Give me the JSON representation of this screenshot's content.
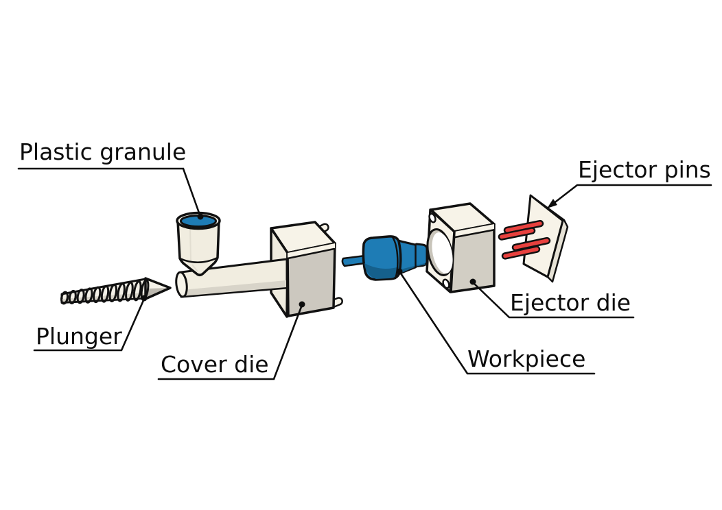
{
  "labels": {
    "plastic_granule": "Plastic granule",
    "plunger": "Plunger",
    "cover_die": "Cover die",
    "workpiece": "Workpiece",
    "ejector_die": "Ejector die",
    "ejector_pins": "Ejector pins"
  },
  "colors": {
    "blue": "#1E7CB5",
    "blue_dark": "#15608C",
    "red": "#E8413E",
    "cream": "#F7F3E8",
    "cream_mid": "#EFEBDE",
    "gray_face": "#CCC8BF",
    "shadow": "#D8D4C9",
    "outline": "#111111",
    "background": "#FFFFFF"
  }
}
